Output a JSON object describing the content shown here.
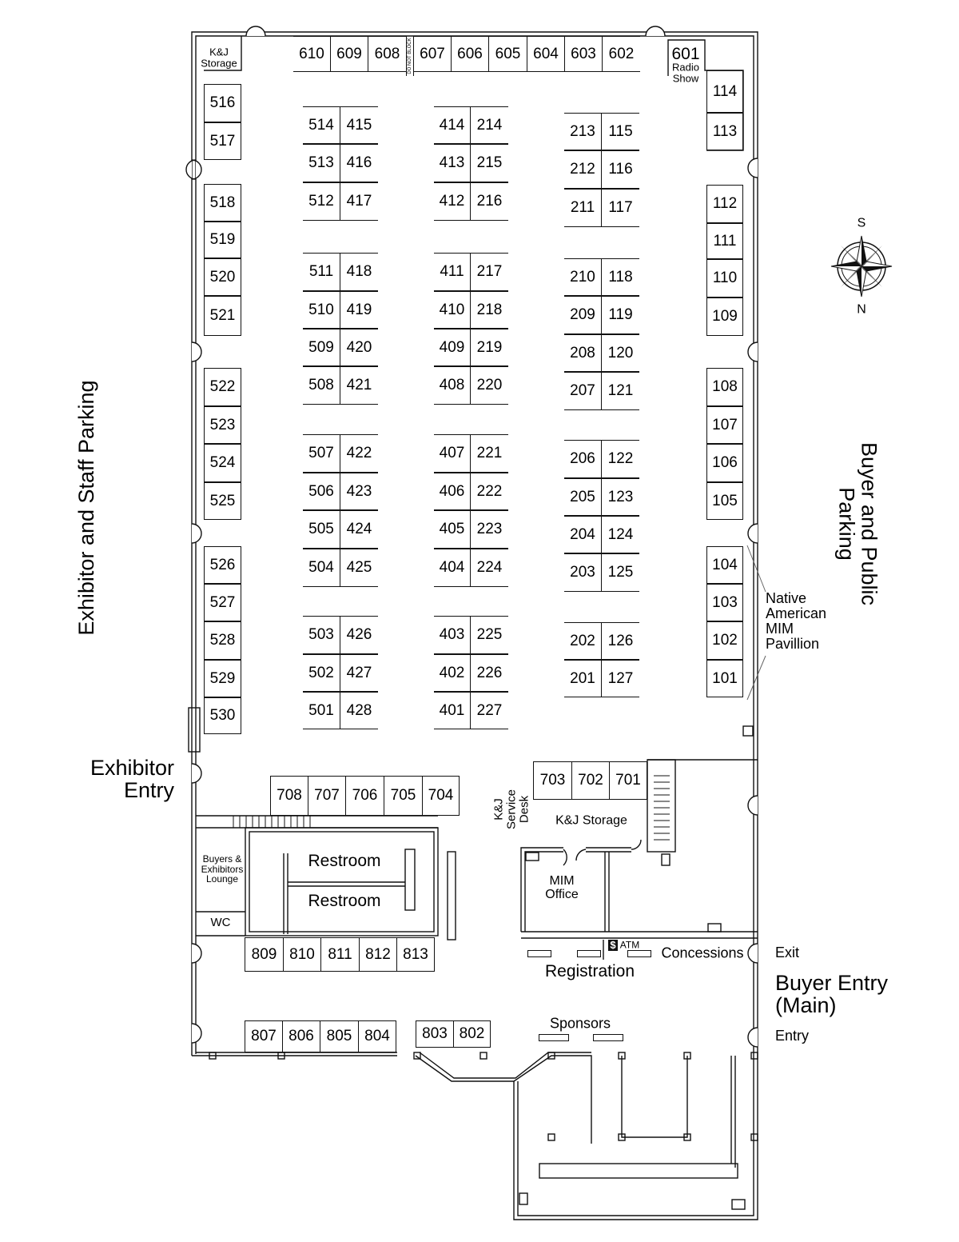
{
  "booths": {
    "row_600": [
      "610",
      "609",
      "608",
      "607",
      "606",
      "605",
      "604",
      "603",
      "602"
    ],
    "do_not_block": "DO NOT BLOCK",
    "booth_601": "601",
    "booth_601_note": "Radio Show",
    "left_column": [
      "516",
      "517",
      "518",
      "519",
      "520",
      "521",
      "522",
      "523",
      "524",
      "525",
      "526",
      "527",
      "528",
      "529",
      "530"
    ],
    "island_a": [
      [
        "514",
        "415"
      ],
      [
        "513",
        "416"
      ],
      [
        "512",
        "417"
      ],
      [
        "511",
        "418"
      ],
      [
        "510",
        "419"
      ],
      [
        "509",
        "420"
      ],
      [
        "508",
        "421"
      ],
      [
        "507",
        "422"
      ],
      [
        "506",
        "423"
      ],
      [
        "505",
        "424"
      ],
      [
        "504",
        "425"
      ],
      [
        "503",
        "426"
      ],
      [
        "502",
        "427"
      ],
      [
        "501",
        "428"
      ]
    ],
    "island_b": [
      [
        "414",
        "214"
      ],
      [
        "413",
        "215"
      ],
      [
        "412",
        "216"
      ],
      [
        "411",
        "217"
      ],
      [
        "410",
        "218"
      ],
      [
        "409",
        "219"
      ],
      [
        "408",
        "220"
      ],
      [
        "407",
        "221"
      ],
      [
        "406",
        "222"
      ],
      [
        "405",
        "223"
      ],
      [
        "404",
        "224"
      ],
      [
        "403",
        "225"
      ],
      [
        "402",
        "226"
      ],
      [
        "401",
        "227"
      ]
    ],
    "island_c": [
      [
        "213",
        "115"
      ],
      [
        "212",
        "116"
      ],
      [
        "211",
        "117"
      ],
      [
        "210",
        "118"
      ],
      [
        "209",
        "119"
      ],
      [
        "208",
        "120"
      ],
      [
        "207",
        "121"
      ],
      [
        "206",
        "122"
      ],
      [
        "205",
        "123"
      ],
      [
        "204",
        "124"
      ],
      [
        "203",
        "125"
      ],
      [
        "202",
        "126"
      ],
      [
        "201",
        "127"
      ]
    ],
    "right_column": [
      "114",
      "113",
      "112",
      "111",
      "110",
      "109",
      "108",
      "107",
      "106",
      "105",
      "104",
      "103",
      "102",
      "101"
    ],
    "row_700_left": [
      "708",
      "707",
      "706",
      "705",
      "704"
    ],
    "row_700_right": [
      "703",
      "702",
      "701"
    ],
    "row_800_upper": [
      "809",
      "810",
      "811",
      "812",
      "813"
    ],
    "row_800_lower": [
      "807",
      "806",
      "805",
      "804"
    ],
    "row_800_mid": [
      "803",
      "802"
    ]
  },
  "labels": {
    "kj_storage_top": "K&J Storage",
    "exhibitor_parking": "Exhibitor and Staff Parking",
    "buyer_parking": "Buyer and Public Parking",
    "exhibitor_entry": "Exhibitor Entry",
    "native_pavilion": "Native American MIM Pavillion",
    "kj_service_desk": "K&J Service Desk",
    "kj_storage": "K&J Storage",
    "mim_office": "MIM Office",
    "restroom_1": "Restroom",
    "restroom_2": "Restroom",
    "lounge": "Buyers & Exhibitors Lounge",
    "wc": "WC",
    "atm_symbol": "$",
    "atm": "ATM",
    "concessions": "Concessions",
    "exit": "Exit",
    "registration": "Registration",
    "buyer_entry": "Buyer Entry (Main)",
    "entry": "Entry",
    "sponsors": "Sponsors"
  },
  "compass": {
    "top": "S",
    "bottom": "N"
  }
}
